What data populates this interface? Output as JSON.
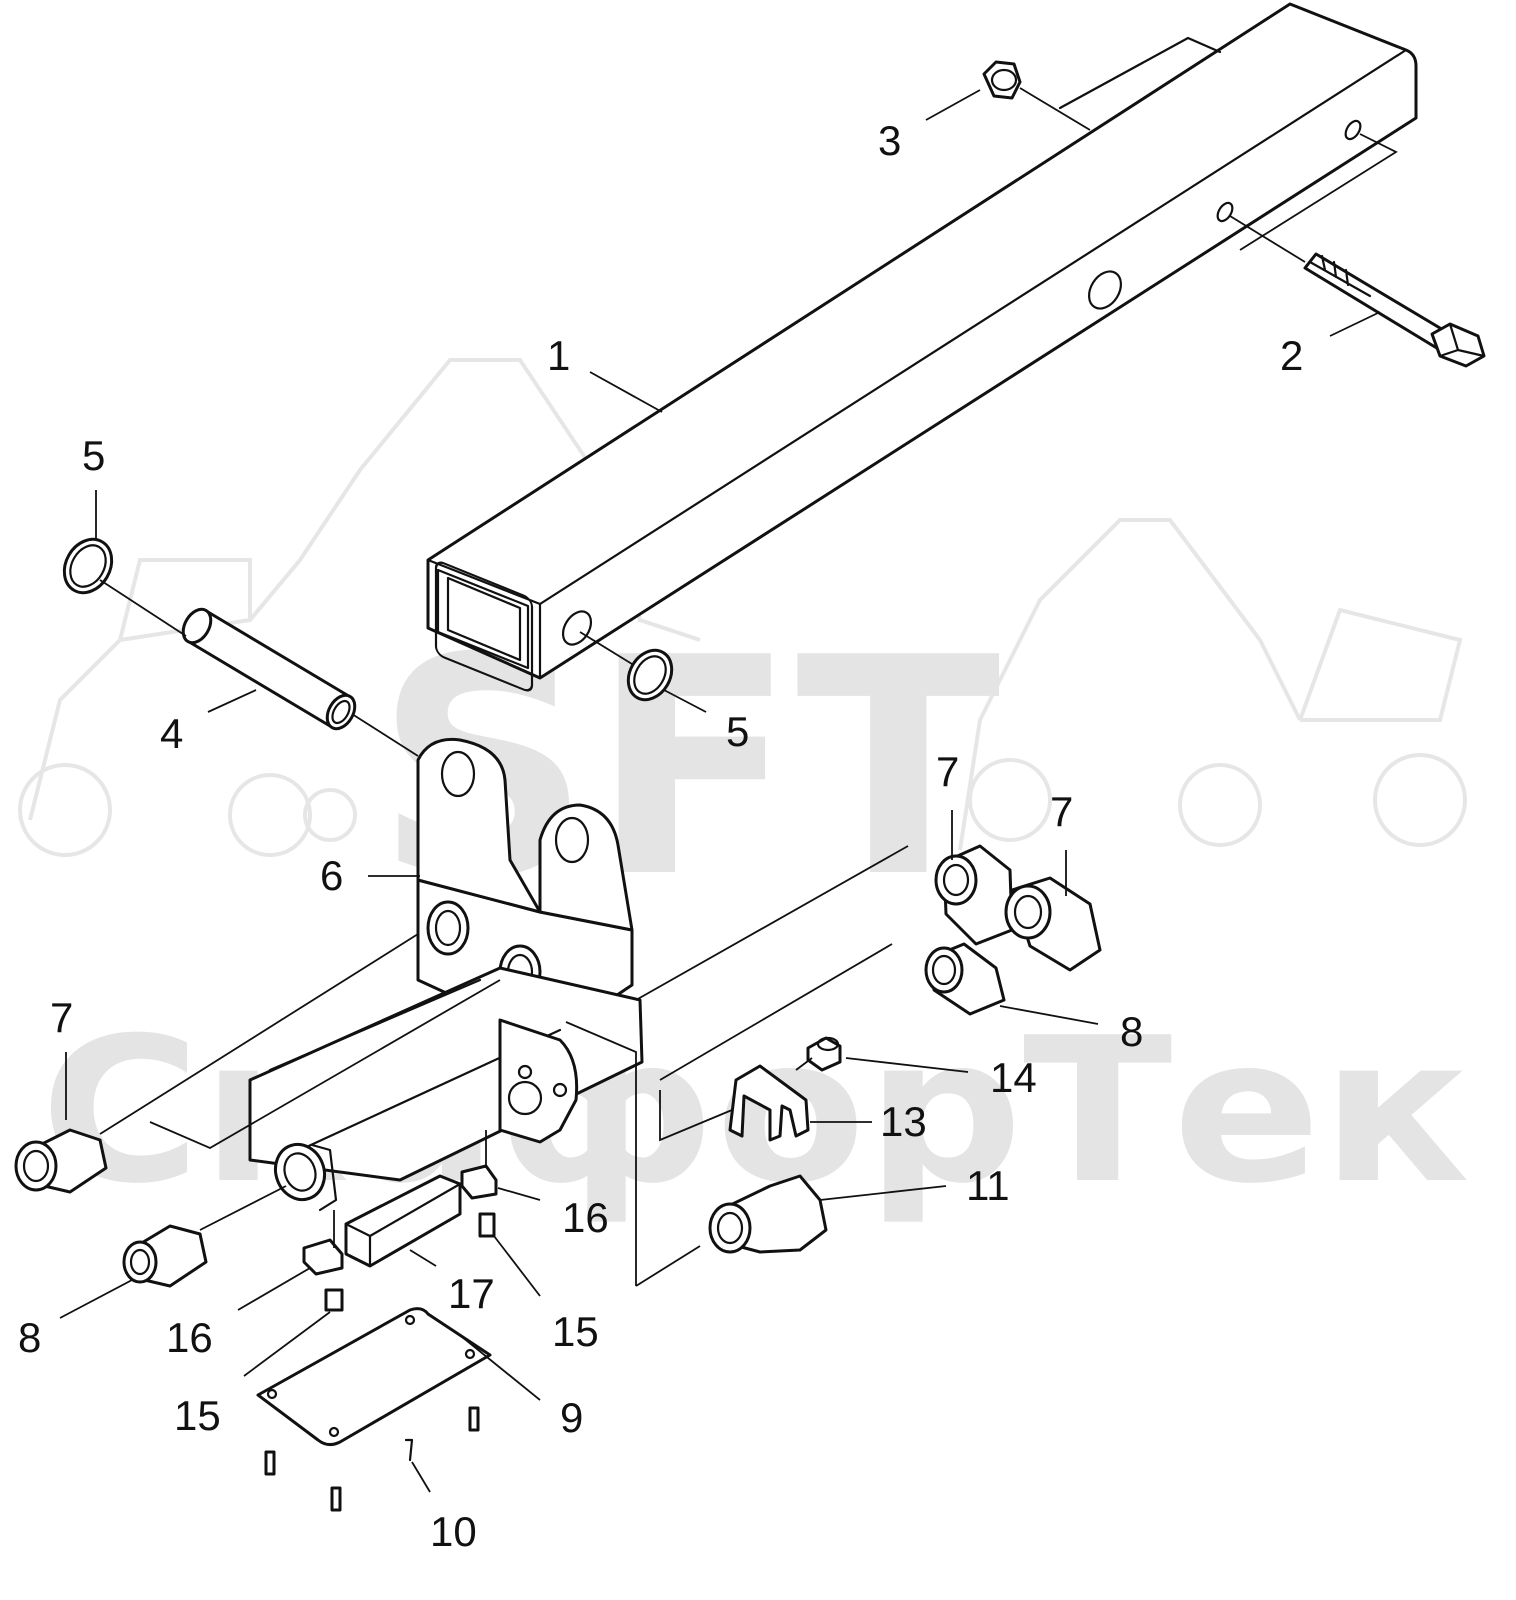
{
  "watermark": {
    "brand": "SFT",
    "company": "СкафорТек"
  },
  "callouts": [
    {
      "id": "1",
      "text": "1"
    },
    {
      "id": "2",
      "text": "2"
    },
    {
      "id": "3",
      "text": "3"
    },
    {
      "id": "4",
      "text": "4"
    },
    {
      "id": "5a",
      "text": "5"
    },
    {
      "id": "5b",
      "text": "5"
    },
    {
      "id": "6",
      "text": "6"
    },
    {
      "id": "7a",
      "text": "7"
    },
    {
      "id": "7b",
      "text": "7"
    },
    {
      "id": "7c",
      "text": "7"
    },
    {
      "id": "8a",
      "text": "8"
    },
    {
      "id": "8b",
      "text": "8"
    },
    {
      "id": "9",
      "text": "9"
    },
    {
      "id": "10",
      "text": "10"
    },
    {
      "id": "11",
      "text": "11"
    },
    {
      "id": "13",
      "text": "13"
    },
    {
      "id": "14",
      "text": "14"
    },
    {
      "id": "15a",
      "text": "15"
    },
    {
      "id": "15b",
      "text": "15"
    },
    {
      "id": "16a",
      "text": "16"
    },
    {
      "id": "16b",
      "text": "16"
    },
    {
      "id": "17",
      "text": "17"
    }
  ]
}
